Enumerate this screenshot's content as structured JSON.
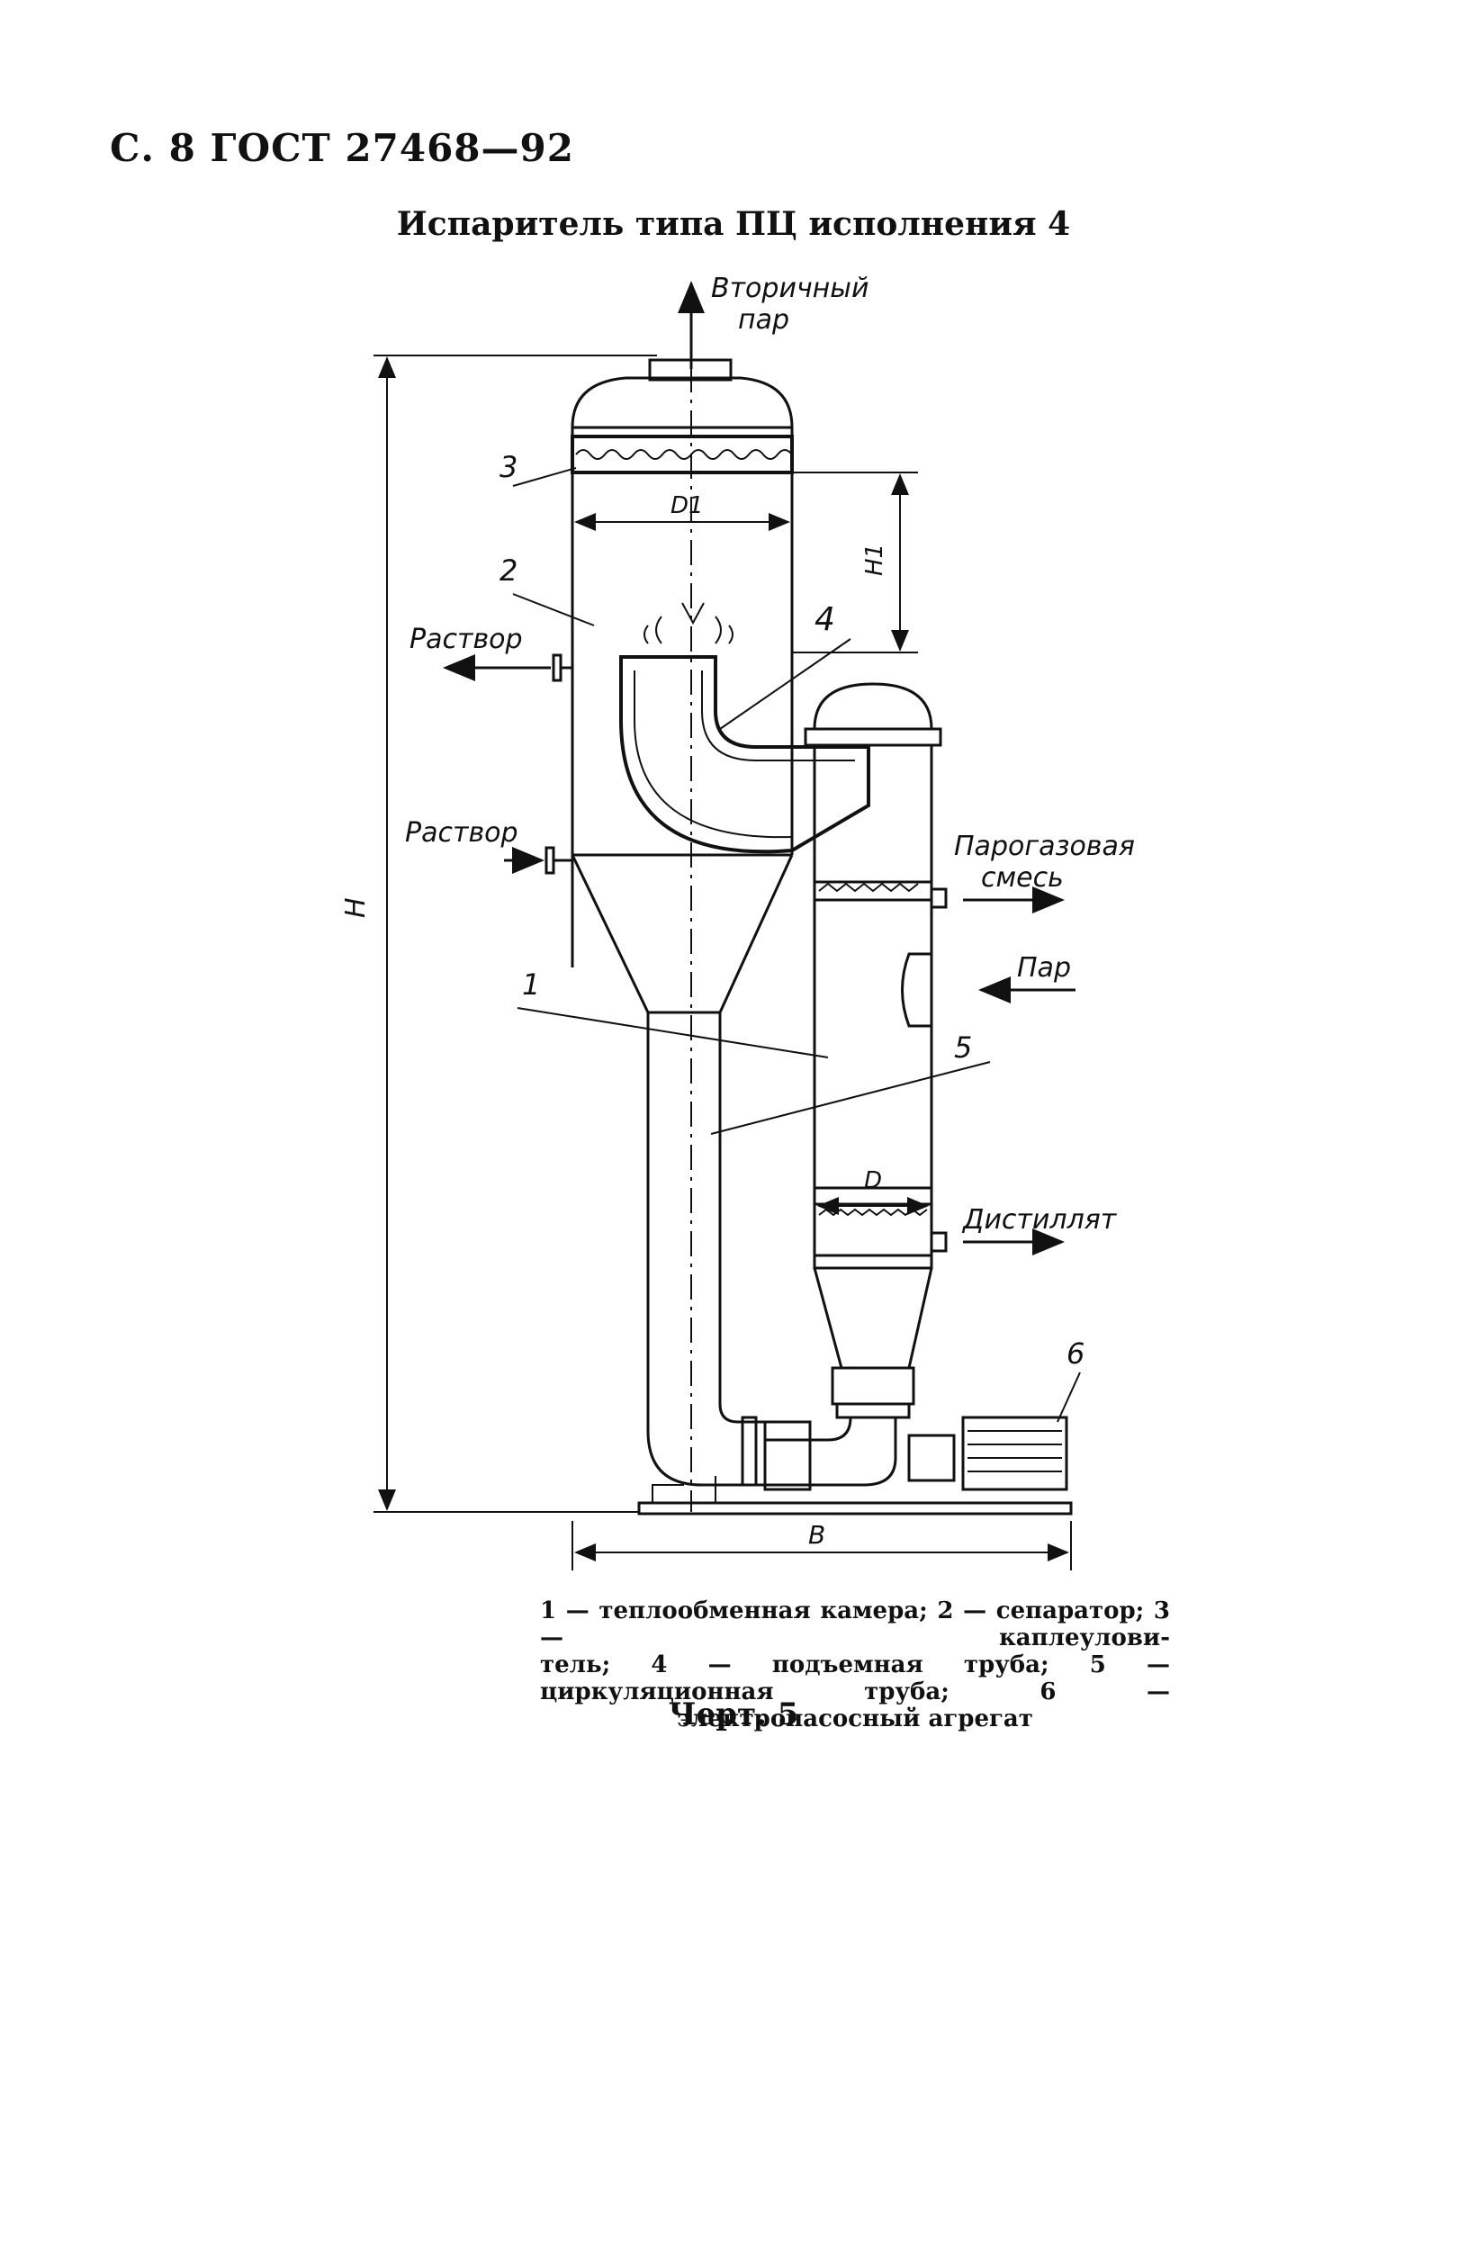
{
  "header": {
    "page_ref": "С. 8 ГОСТ 27468—92"
  },
  "title": "Испаритель типа ПЦ исполнения 4",
  "drawing": {
    "labels": {
      "secondary_steam_1": "Вторичный",
      "secondary_steam_2": "пар",
      "solution_out": "Раствор",
      "solution_in": "Раствор",
      "gas_mix_1": "Парогазовая",
      "gas_mix_2": "смесь",
      "steam": "Пар",
      "distillate": "Дистиллят"
    },
    "dimensions": {
      "d1": "D1",
      "h1": "H1",
      "h": "H",
      "d": "D",
      "b": "B"
    },
    "callouts": {
      "c1": "1",
      "c2": "2",
      "c3": "3",
      "c4": "4",
      "c5": "5",
      "c6": "6"
    }
  },
  "caption": {
    "line1": "1 — теплообменная камера; 2 — сепаратор; 3 — каплеулови-",
    "line2": "тель; 4 — подъемная труба; 5 — циркуляционная труба; 6 —",
    "line3": "электронасосный агрегат"
  },
  "figure_label": "Черт. 5"
}
